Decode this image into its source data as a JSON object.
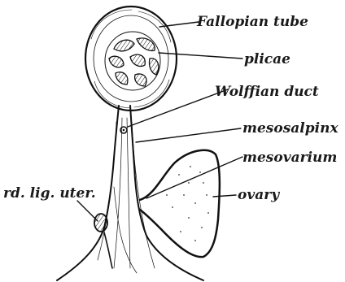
{
  "labels": {
    "fallopian_tube": "Fallopian tube",
    "plicae": "plicae",
    "wolffian_duct": "Wolffian duct",
    "mesosalpinx": "mesosalpinx",
    "mesovarium": "mesovarium",
    "ovary": "ovary",
    "round_ligament": "rd. lig. uter."
  }
}
